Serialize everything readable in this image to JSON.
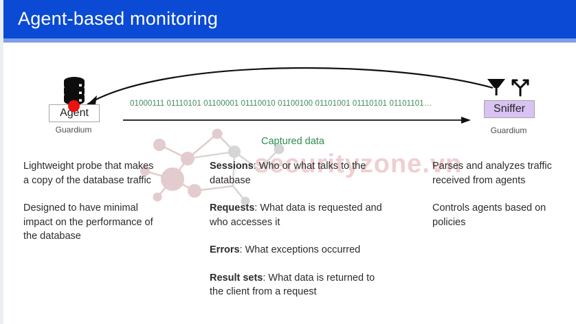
{
  "slide": {
    "title": "Agent-based monitoring",
    "title_bar_color": "#0a4ad4",
    "background": "#ffffff"
  },
  "diagram": {
    "agent": {
      "icon": "database-cylinder-icon",
      "status_dot": "red-status-dot",
      "status_dot_color": "#ee1111",
      "label": "Agent",
      "sublabel": "Guardium",
      "box_fill": "#ffffff"
    },
    "sniffer": {
      "icons": [
        "funnel-filter-icon",
        "branching-arrow-icon"
      ],
      "label": "Sniffer",
      "sublabel": "Guardium",
      "box_fill": "#d8c3f2"
    },
    "flow": {
      "binary_stream": "01000111 01110101 01100001 01110010 01100100 01101001 01110101 01101101…",
      "binary_color": "#3f8a5a",
      "forward_arrow": "straight-arrow-right",
      "return_arrow": "curved-arrow-left"
    },
    "captured_data_label": "Captured data",
    "captured_data_color": "#2f8a4f"
  },
  "columns": {
    "left": [
      "Lightweight probe that makes a copy of the database traffic",
      "Designed to have minimal impact on the performance of the database"
    ],
    "middle": [
      {
        "term": "Sessions",
        "text": ": Who or what talks to the database"
      },
      {
        "term": "Requests",
        "text": ": What data is requested and who accesses it"
      },
      {
        "term": "Errors",
        "text": ": What exceptions occurred"
      },
      {
        "term": "Result sets",
        "text": ": What data is returned to the client from a request"
      }
    ],
    "right": [
      "Parses and analyzes traffic received from agents",
      "Controls agents based on policies"
    ]
  },
  "watermark": {
    "text": "securityzone.vn",
    "color": "#f0cfd0"
  }
}
